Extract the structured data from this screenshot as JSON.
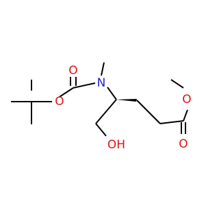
{
  "molecule": {
    "atoms": {
      "carbonyl_oxygen": "O",
      "ester_oxygen": "O",
      "nitrogen": "N",
      "hydroxyl": "OH",
      "methoxy_oxygen": "O",
      "ester_carbonyl_oxygen": "O"
    },
    "colors": {
      "bond": "#000000",
      "oxygen": "#e01212",
      "nitrogen": "#1f1fd1",
      "background": "#ffffff"
    },
    "stereo_bond": "wedge"
  }
}
